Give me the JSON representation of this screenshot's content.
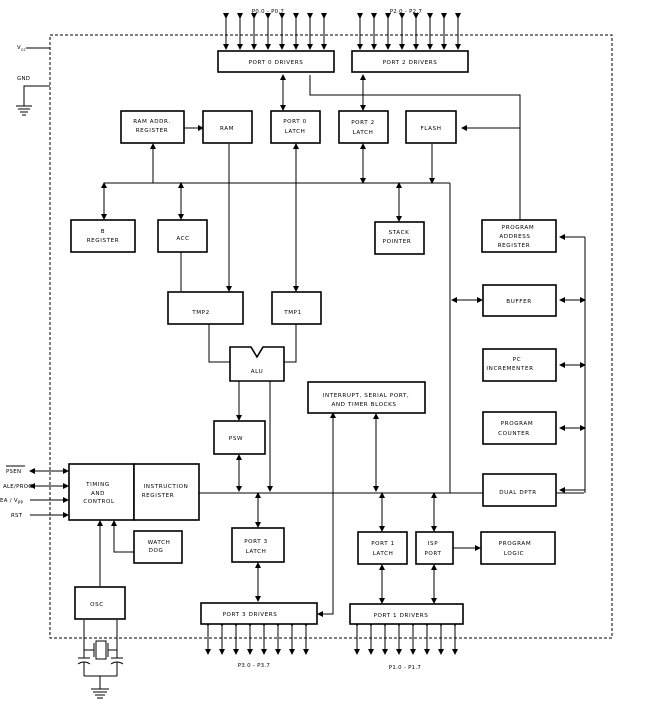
{
  "ports": {
    "p0_pins": "P0.0 - P0.7",
    "p2_pins": "P2.0 - P2.7",
    "p3_pins": "P3.0 - P3.7",
    "p1_pins": "P1.0 - P1.7"
  },
  "power": {
    "vcc": "V",
    "vcc_sub": "cc",
    "gnd": "GND"
  },
  "signals": {
    "psen": "PSEN",
    "ale": "ALE/PROG",
    "ea": "EA / V",
    "ea_sub": "PP",
    "rst": "RST"
  },
  "blocks": {
    "port0_drivers": "PORT 0 DRIVERS",
    "port2_drivers": "PORT 2 DRIVERS",
    "ram_addr": [
      "RAM ADDR.",
      "REGISTER"
    ],
    "ram": "RAM",
    "port0_latch": [
      "PORT 0",
      "LATCH"
    ],
    "port2_latch": [
      "PORT 2",
      "LATCH"
    ],
    "flash": "FLASH",
    "b_register": [
      "B",
      "REGISTER"
    ],
    "acc": "ACC",
    "stack_pointer": [
      "STACK",
      "POINTER"
    ],
    "program_address": [
      "PROGRAM",
      "ADDRESS",
      "REGISTER"
    ],
    "tmp2": "TMP2",
    "tmp1": "TMP1",
    "buffer": "BUFFER",
    "alu": "ALU",
    "pc_incrementer": [
      "PC",
      "INCREMENTER"
    ],
    "interrupt": [
      "INTERRUPT, SERIAL PORT,",
      "AND TIMER BLOCKS"
    ],
    "psw": "PSW",
    "program_counter": [
      "PROGRAM",
      "COUNTER"
    ],
    "timing": [
      "TIMING",
      "AND",
      "CONTROL"
    ],
    "instruction_register": [
      "INSTRUCTION",
      "REGISTER"
    ],
    "dual_dptr": "DUAL DPTR",
    "watch_dog": [
      "WATCH",
      "DOG"
    ],
    "port3_latch": [
      "PORT 3",
      "LATCH"
    ],
    "port1_latch": [
      "PORT 1",
      "LATCH"
    ],
    "isp_port": [
      "ISP",
      "PORT"
    ],
    "program_logic": [
      "PROGRAM",
      "LOGIC"
    ],
    "osc": "OSC",
    "port3_drivers": "PORT 3 DRIVERS",
    "port1_drivers": "PORT 1 DRIVERS"
  }
}
